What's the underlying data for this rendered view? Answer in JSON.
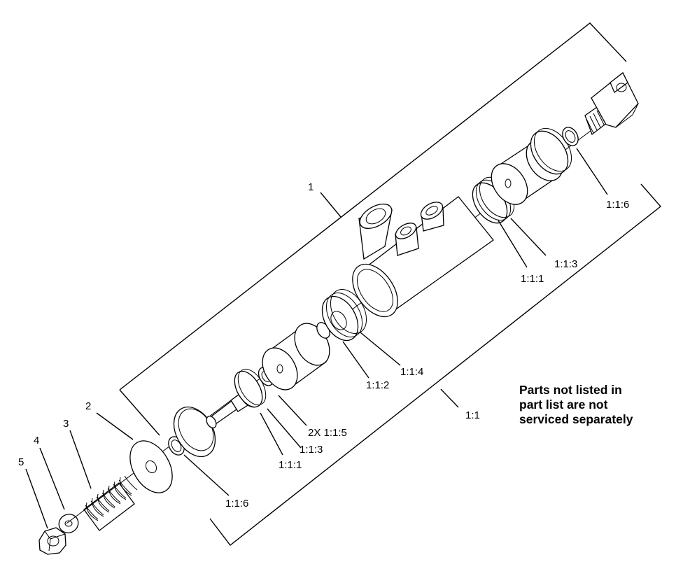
{
  "callouts": {
    "assembly": "1",
    "sub_assembly": "1:1",
    "washer": "2",
    "spring": "3",
    "washer_small": "4",
    "nut": "5",
    "seal_1_1_6_bottom": "1:1:6",
    "seal_1_1_6_top": "1:1:6",
    "seal_1_1_1_bottom": "1:1:1",
    "seal_1_1_3_bottom": "1:1:3",
    "seal_1_1_5": "2X 1:1:5",
    "piston_1_1_2": "1:1:2",
    "seal_1_1_4": "1:1:4",
    "seal_1_1_1_top": "1:1:1",
    "seal_1_1_3_top": "1:1:3"
  },
  "note": {
    "line1": "Parts not listed in",
    "line2": "part list are not",
    "line3": "serviced separately"
  }
}
